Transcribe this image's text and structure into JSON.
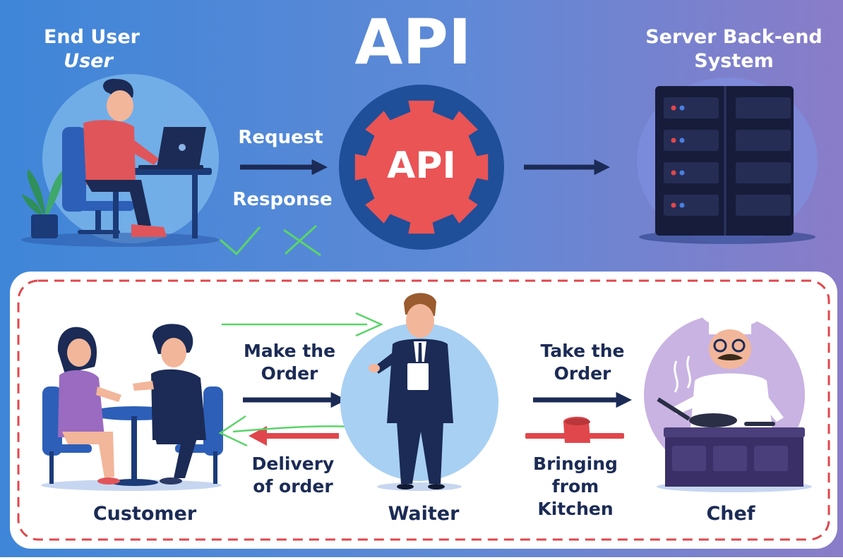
{
  "title": "API",
  "gear_label": "API",
  "end_user": {
    "line1": "End User",
    "line2": "User"
  },
  "server": {
    "line1": "Server Back-end",
    "line2": "System"
  },
  "arrows": {
    "request": "Request",
    "response": "Response"
  },
  "analogy": {
    "customer": "Customer",
    "waiter": "Waiter",
    "chef": "Chef",
    "make_order": {
      "line1": "Make the",
      "line2": "Order"
    },
    "delivery": {
      "line1": "Delivery",
      "line2": "of order"
    },
    "take_order": {
      "line1": "Take the",
      "line2": "Order"
    },
    "bringing": {
      "line1": "Bringing",
      "line2": "from Kitchen"
    }
  },
  "colors": {
    "bg_left": "#3f86d8",
    "bg_right": "#8a7cc8",
    "navy": "#1b2b55",
    "gear_red": "#ea5455",
    "dash_red": "#e0474c",
    "green": "#5bd46a"
  }
}
